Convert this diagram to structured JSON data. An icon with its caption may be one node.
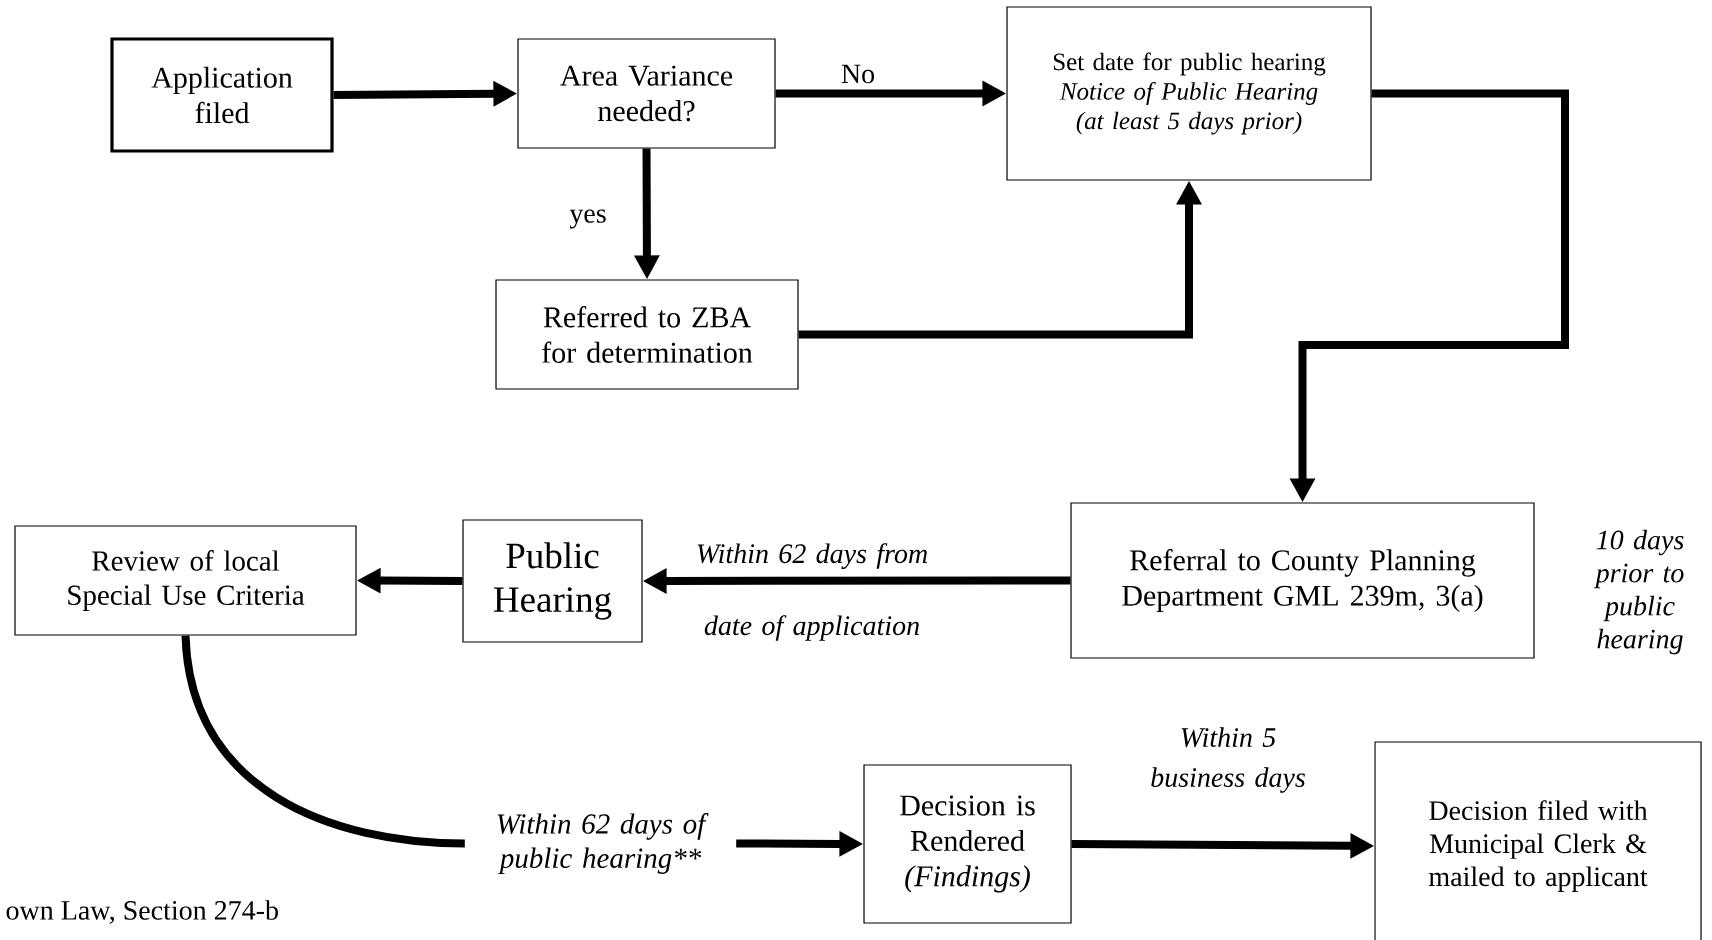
{
  "diagram": {
    "nodes": [
      {
        "text": [
          "Application filed"
        ]
      },
      {
        "text": [
          "Area Variance needed?"
        ]
      },
      {
        "text": [
          "Set date for public hearing",
          "Notice of Public Hearing (at least 5 days prior)"
        ]
      },
      {
        "text": [
          "Referred to ZBA for determination"
        ]
      },
      {
        "text": [
          "Referral to County Planning Department GML 239m, 3(a)"
        ],
        "beside": [
          "10 days prior to public hearing"
        ]
      },
      {
        "text": [
          "Public Hearing"
        ]
      },
      {
        "text": [
          "Review of local Special Use Criteria"
        ]
      },
      {
        "text": [
          "Within 62 days of public hearing**"
        ]
      },
      {
        "text": [
          "Decision is Rendered *(Findings)*"
        ]
      },
      {
        "text": [
          "Decision filed with Municipal Clerk & mailed to applicant"
        ]
      }
    ],
    "edges": [
      {
        "from": 0,
        "to": 1,
        "arrow": "to"
      },
      {
        "from": 1,
        "to": 2,
        "arrow": "to",
        "label": "No"
      },
      {
        "from": 1,
        "to": 3,
        "arrow": "to",
        "label": "yes"
      },
      {
        "from": 3,
        "to": 2,
        "arrow": "to"
      },
      {
        "from": 2,
        "to": 4,
        "arrow": "to"
      },
      {
        "from": 4,
        "to": 5,
        "arrow": "to",
        "label": "Within 62 days from date of application"
      },
      {
        "from": 5,
        "to": 6,
        "arrow": "to"
      },
      {
        "from": 6,
        "to": 7,
        "arrow": "none"
      },
      {
        "from": 7,
        "to": 8,
        "arrow": "to"
      },
      {
        "from": 8,
        "to": 9,
        "arrow": "to",
        "label": "Within 5 business days"
      }
    ],
    "labels": [
      "own Law, Section 274-b"
    ]
  }
}
